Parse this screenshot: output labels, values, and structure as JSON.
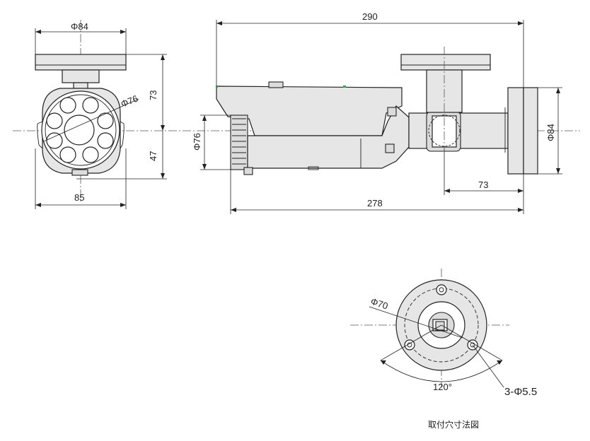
{
  "labels": {
    "front_width": "Φ84",
    "front_height_top": "73",
    "front_height_bottom": "47",
    "front_lens_diameter": "Φ76",
    "front_base_width": "85",
    "side_total_length": "290",
    "side_diameter": "Φ76",
    "side_bracket_diameter": "Φ84",
    "side_bracket_offset": "73",
    "side_body_length": "278",
    "mount_circle": "Φ70",
    "mount_angle": "120°",
    "mount_holes": "3-Φ5.5",
    "mount_caption": "取付穴寸法図"
  }
}
